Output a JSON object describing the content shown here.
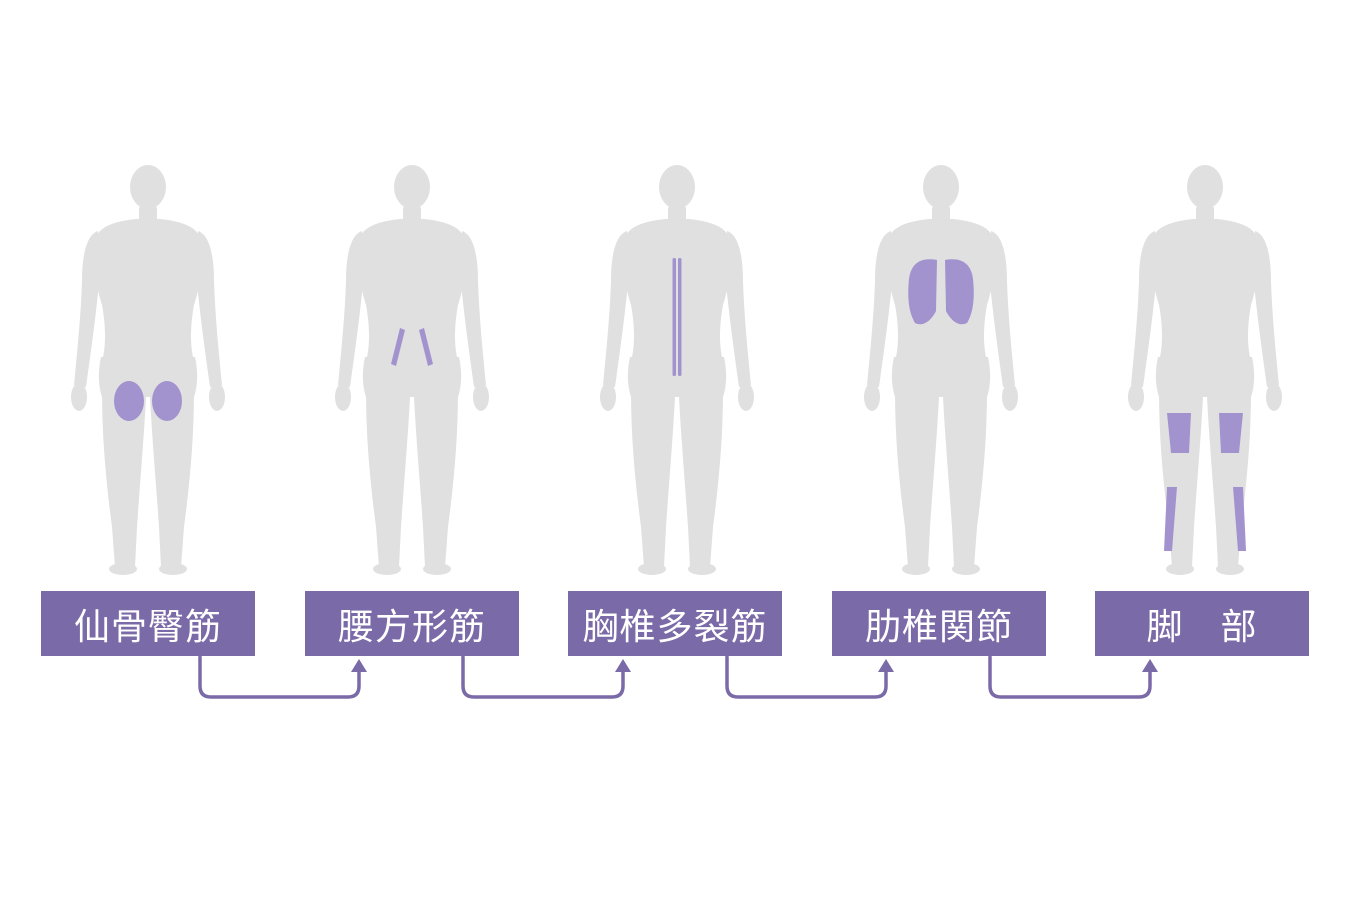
{
  "colors": {
    "body": "#e1e0e1",
    "muscle": "#a293cf",
    "box": "#7b6aa8",
    "arrow": "#7b6aa8",
    "text": "#ffffff"
  },
  "figures": [
    {
      "label": "仙骨臀筋",
      "muscle": "glutes"
    },
    {
      "label": "腰方形筋",
      "muscle": "quadratus-lumborum"
    },
    {
      "label": "胸椎多裂筋",
      "muscle": "multifidus"
    },
    {
      "label": "肋椎関節",
      "muscle": "costovertebral"
    },
    {
      "label": "脚　部",
      "muscle": "legs"
    }
  ]
}
